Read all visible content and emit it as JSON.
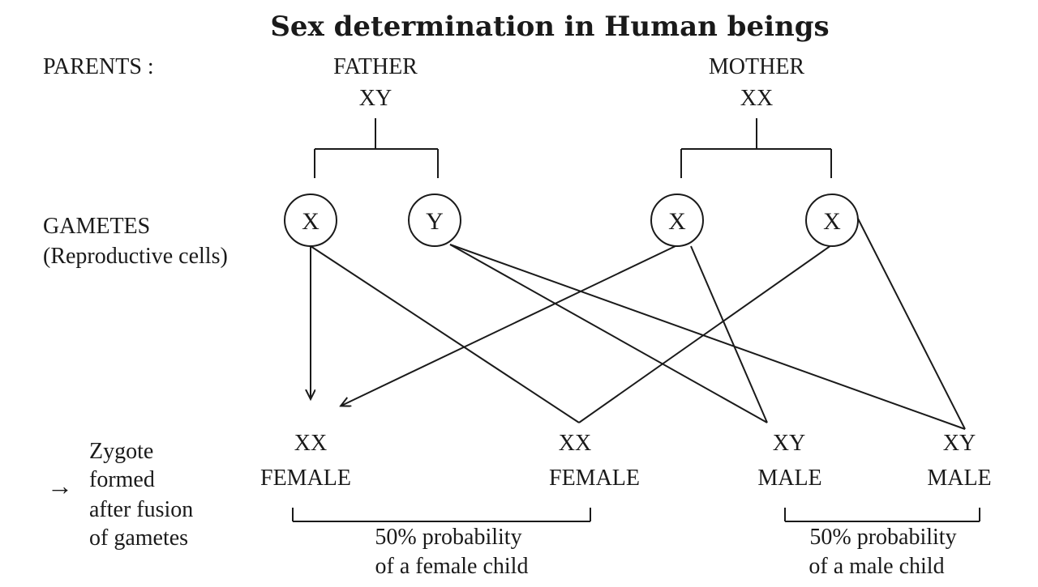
{
  "title": "Sex determination in Human beings",
  "parents": {
    "label": "PARENTS :",
    "father": {
      "label": "FATHER",
      "genotype": "XY"
    },
    "mother": {
      "label": "MOTHER",
      "genotype": "XX"
    }
  },
  "gametes": {
    "label_line1": "GAMETES",
    "label_line2": "(Reproductive cells)",
    "father_1": "X",
    "father_2": "Y",
    "mother_1": "X",
    "mother_2": "X"
  },
  "zygote_note": {
    "line1": "Zygote",
    "line2": "formed",
    "line3": "after fusion",
    "line4": "of gametes",
    "arrow": "→"
  },
  "zygotes": [
    {
      "genotype": "XX",
      "sex": "FEMALE"
    },
    {
      "genotype": "XX",
      "sex": "FEMALE"
    },
    {
      "genotype": "XY",
      "sex": "MALE"
    },
    {
      "genotype": "XY",
      "sex": "MALE"
    }
  ],
  "probabilities": {
    "female_line1": "50% probability",
    "female_line2": "of a female child",
    "male_line1": "50% probability",
    "male_line2": "of a male child"
  }
}
